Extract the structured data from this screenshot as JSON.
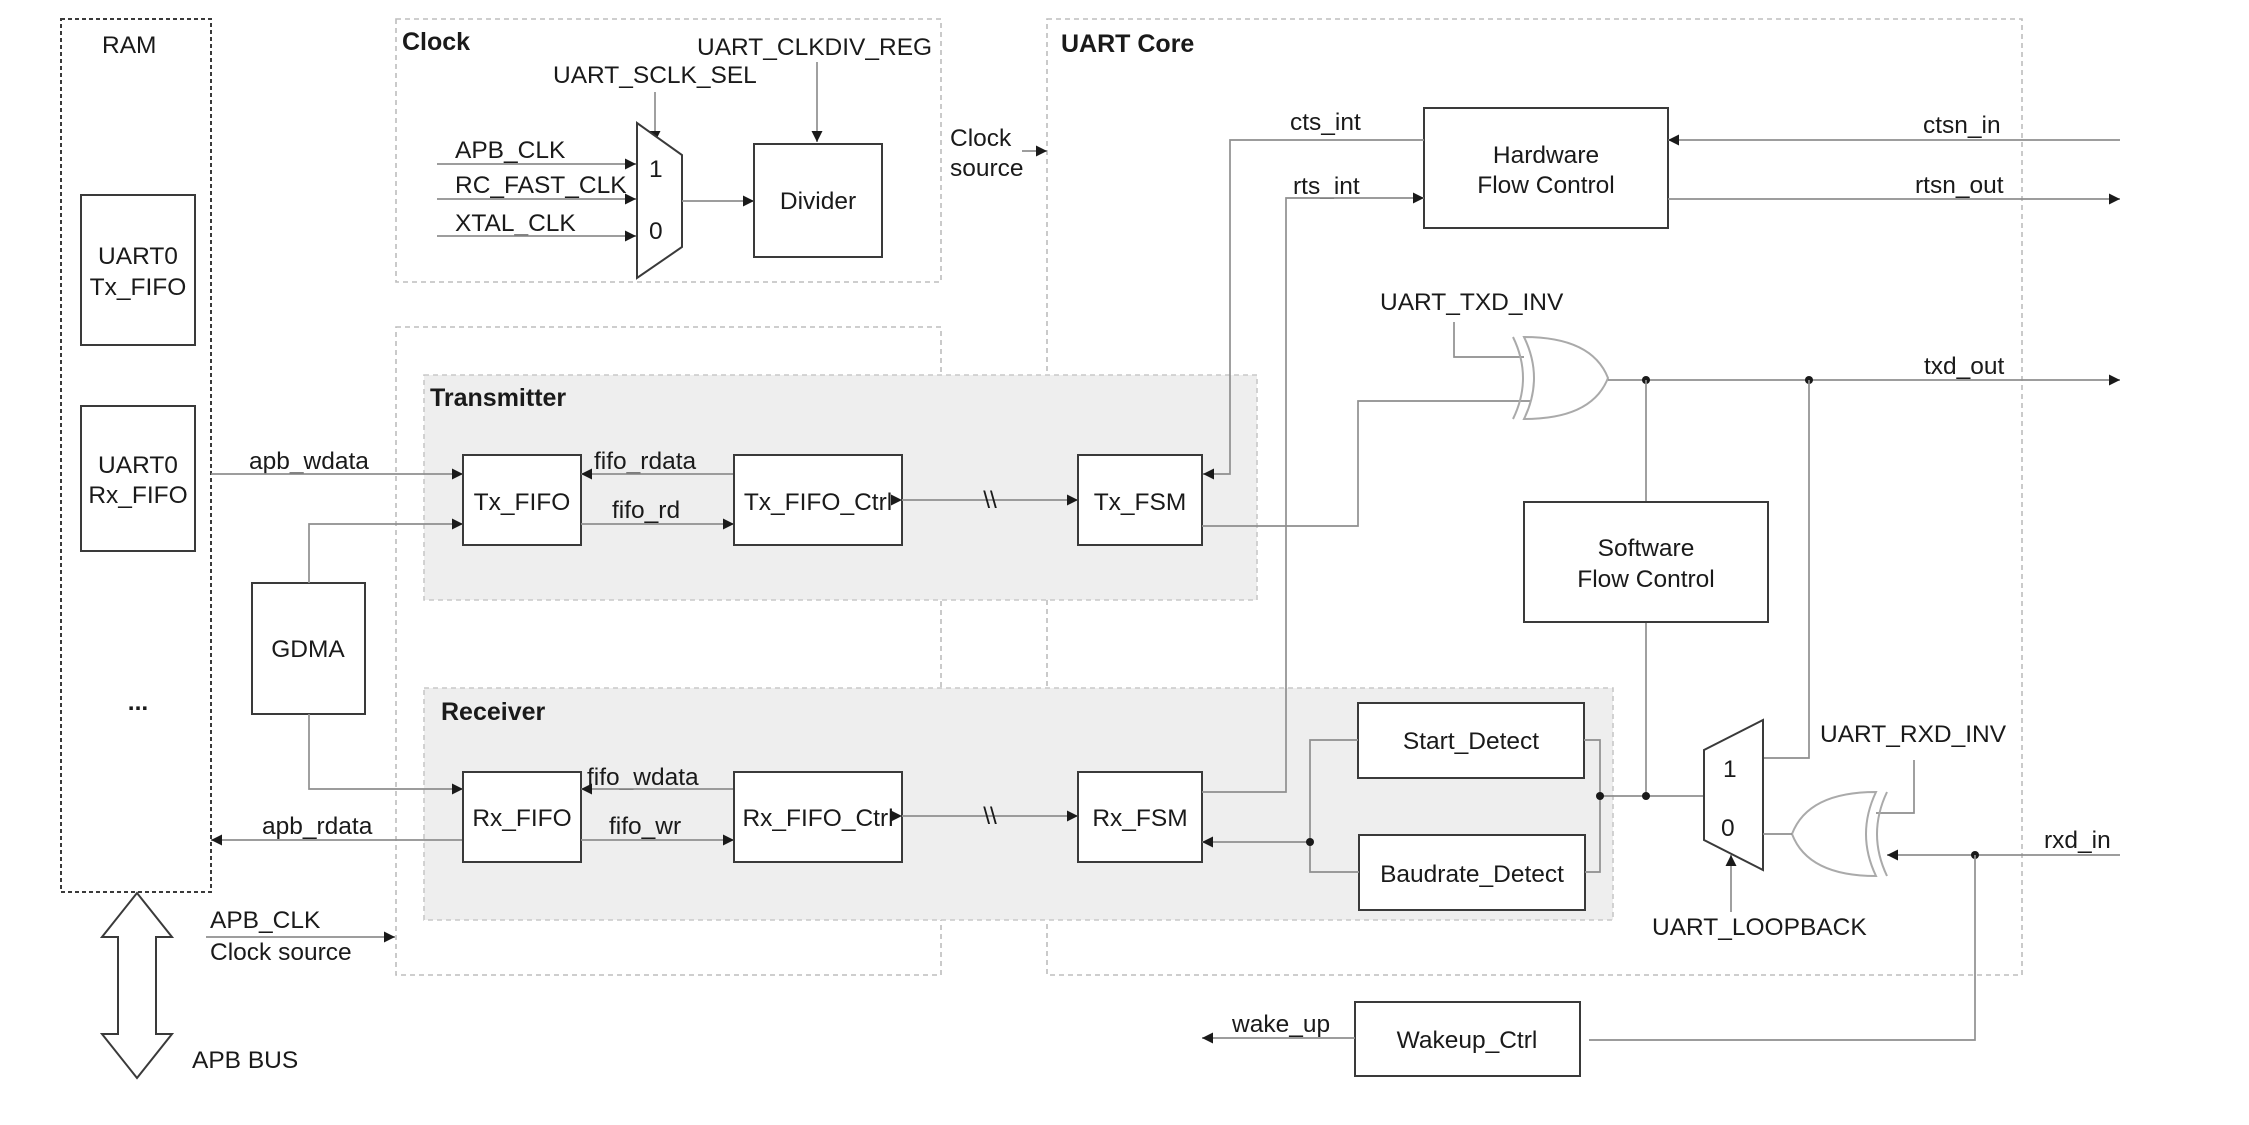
{
  "regions": {
    "ram": "RAM",
    "clock": "Clock",
    "uart_core": "UART Core",
    "transmitter": "Transmitter",
    "receiver": "Receiver"
  },
  "blocks": {
    "uart0_tx_fifo": [
      "UART0",
      "Tx_FIFO"
    ],
    "uart0_rx_fifo": [
      "UART0",
      "Rx_FIFO"
    ],
    "ram_more": "...",
    "gdma": "GDMA",
    "divider": "Divider",
    "tx_fifo": "Tx_FIFO",
    "tx_fifo_ctrl": "Tx_FIFO_Ctrl",
    "tx_fsm": "Tx_FSM",
    "rx_fifo": "Rx_FIFO",
    "rx_fifo_ctrl": "Rx_FIFO_Ctrl",
    "rx_fsm": "Rx_FSM",
    "hw_flow_control": [
      "Hardware",
      "Flow Control"
    ],
    "sw_flow_control": [
      "Software",
      "Flow Control"
    ],
    "start_detect": "Start_Detect",
    "baudrate_detect": "Baudrate_Detect",
    "wakeup_ctrl": "Wakeup_Ctrl"
  },
  "mux": {
    "clock_in_1": "1",
    "clock_in_0": "0",
    "loopback_in_1": "1",
    "loopback_in_0": "0"
  },
  "signals": {
    "uart_clkdiv_reg": "UART_CLKDIV_REG",
    "uart_sclk_sel": "UART_SCLK_SEL",
    "apb_clk": "APB_CLK",
    "rc_fast_clk": "RC_FAST_CLK",
    "xtal_clk": "XTAL_CLK",
    "clock_source": [
      "Clock",
      "source"
    ],
    "apb_wdata": "apb_wdata",
    "apb_rdata": "apb_rdata",
    "fifo_rdata": "fifo_rdata",
    "fifo_rd": "fifo_rd",
    "fifo_wdata": "fifo_wdata",
    "fifo_wr": "fifo_wr",
    "sync_mark_tx": "\\\\",
    "sync_mark_rx": "\\\\",
    "cts_int": "cts_int",
    "rts_int": "rts_int",
    "ctsn_in": "ctsn_in",
    "rtsn_out": "rtsn_out",
    "uart_txd_inv": "UART_TXD_INV",
    "txd_out": "txd_out",
    "uart_rxd_inv": "UART_RXD_INV",
    "rxd_in": "rxd_in",
    "uart_loopback": "UART_LOOPBACK",
    "wake_up": "wake_up",
    "apb_clk_bottom": "APB_CLK",
    "clock_source_bottom": "Clock source",
    "apb_bus": "APB BUS"
  }
}
